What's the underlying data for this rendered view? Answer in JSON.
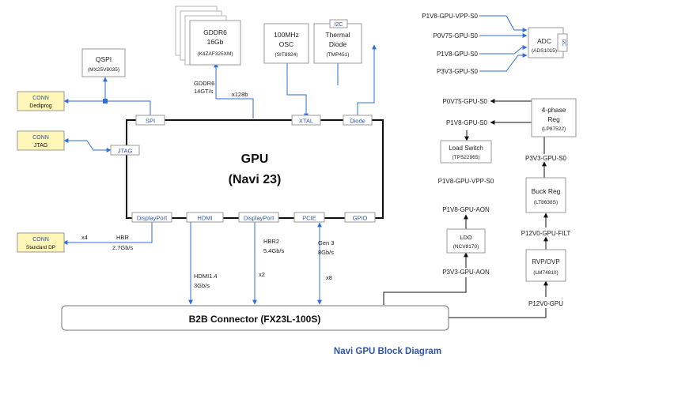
{
  "caption": "Navi GPU Block Diagram",
  "gpu": {
    "title": "GPU",
    "subtitle": "(Navi 23)"
  },
  "gpu_ports": {
    "spi": "SPI",
    "jtag": "JTAG",
    "xtal": "XTAL",
    "diode": "Diode",
    "displayport1": "DisplayPort",
    "hdmi": "HDMI",
    "displayport2": "DisplayPort",
    "pcie": "PCIE",
    "gpio": "GPIO"
  },
  "connector": "B2B Connector (FX23L-100S)",
  "qspi": {
    "name": "QSPI",
    "part": "(MX25V8035)"
  },
  "gddr6": {
    "line1": "GDDR6",
    "line2": "16Gb",
    "part": "(K4ZAF325XM)"
  },
  "osc": {
    "line1": "100MHz",
    "line2": "OSC",
    "part": "(SIT8924)"
  },
  "thermal": {
    "line1": "Thermal",
    "line2": "Diode",
    "part": "(TMP451)",
    "bus": "I2C"
  },
  "conn_dediprog": {
    "line1": "CONN",
    "line2": "Dediprog"
  },
  "conn_jtag": {
    "line1": "CONN",
    "line2": "JTAG"
  },
  "conn_dp": {
    "line1": "CONN",
    "line2": "Standard DP"
  },
  "adc": {
    "name": "ADC",
    "part": "(ADS1015)",
    "side": "I2C"
  },
  "adc_inputs": [
    "P1V8-GPU-VPP-S0",
    "P0V75-GPU-S0",
    "P1V8-GPU-S0",
    "P3V3-GPU-S0"
  ],
  "reg4": {
    "line1": "4-phase",
    "line2": "Reg",
    "part": "(LP87522)"
  },
  "load_switch": {
    "name": "Load Switch",
    "part": "(TPS22965)"
  },
  "buck": {
    "name": "Buck Reg",
    "part": "(LT8638S)"
  },
  "ldo": {
    "name": "LDO",
    "part": "(NCV8170)"
  },
  "rvp": {
    "name": "RVP/OVP",
    "part": "(LM74810)"
  },
  "rails": {
    "p0v75": "P0V75-GPU-S0",
    "p1v8": "P1V8-GPU-S0",
    "p1v8_vpp": "P1V8-GPU-VPP-S0",
    "p3v3": "P3V3-GPU-S0",
    "p1v8_aon": "P1V8-GPU-AON",
    "p3v3_aon": "P3V3-GPU-AON",
    "p12v0_filt": "P12V0-GPU-FILT",
    "p12v0": "P12V0-GPU"
  },
  "labels": {
    "gddr6_speed_1": "GDDR6",
    "gddr6_speed_2": "14GT/s",
    "x128b": "x128b",
    "dp_x4": "x4",
    "hbr": "HBR",
    "hbr_rate": "2.7Gb/s",
    "hdmi_1": "HDMI1.4",
    "hdmi_2": "3Gb/s",
    "hbr2": "HBR2",
    "hbr2_rate": "5.4Gb/s",
    "dp2_x2": "x2",
    "gen3": "Gen 3",
    "gen3_rate": "8Gb/s",
    "pcie_x8": "x8"
  },
  "colors": {
    "line": "#2f6fd6",
    "port_text": "#2f55a6",
    "conn_fill": "#fff6b8",
    "conn_text": "#2f55a6",
    "box_border": "#9a9a9a",
    "caption": "#2f55a6"
  }
}
